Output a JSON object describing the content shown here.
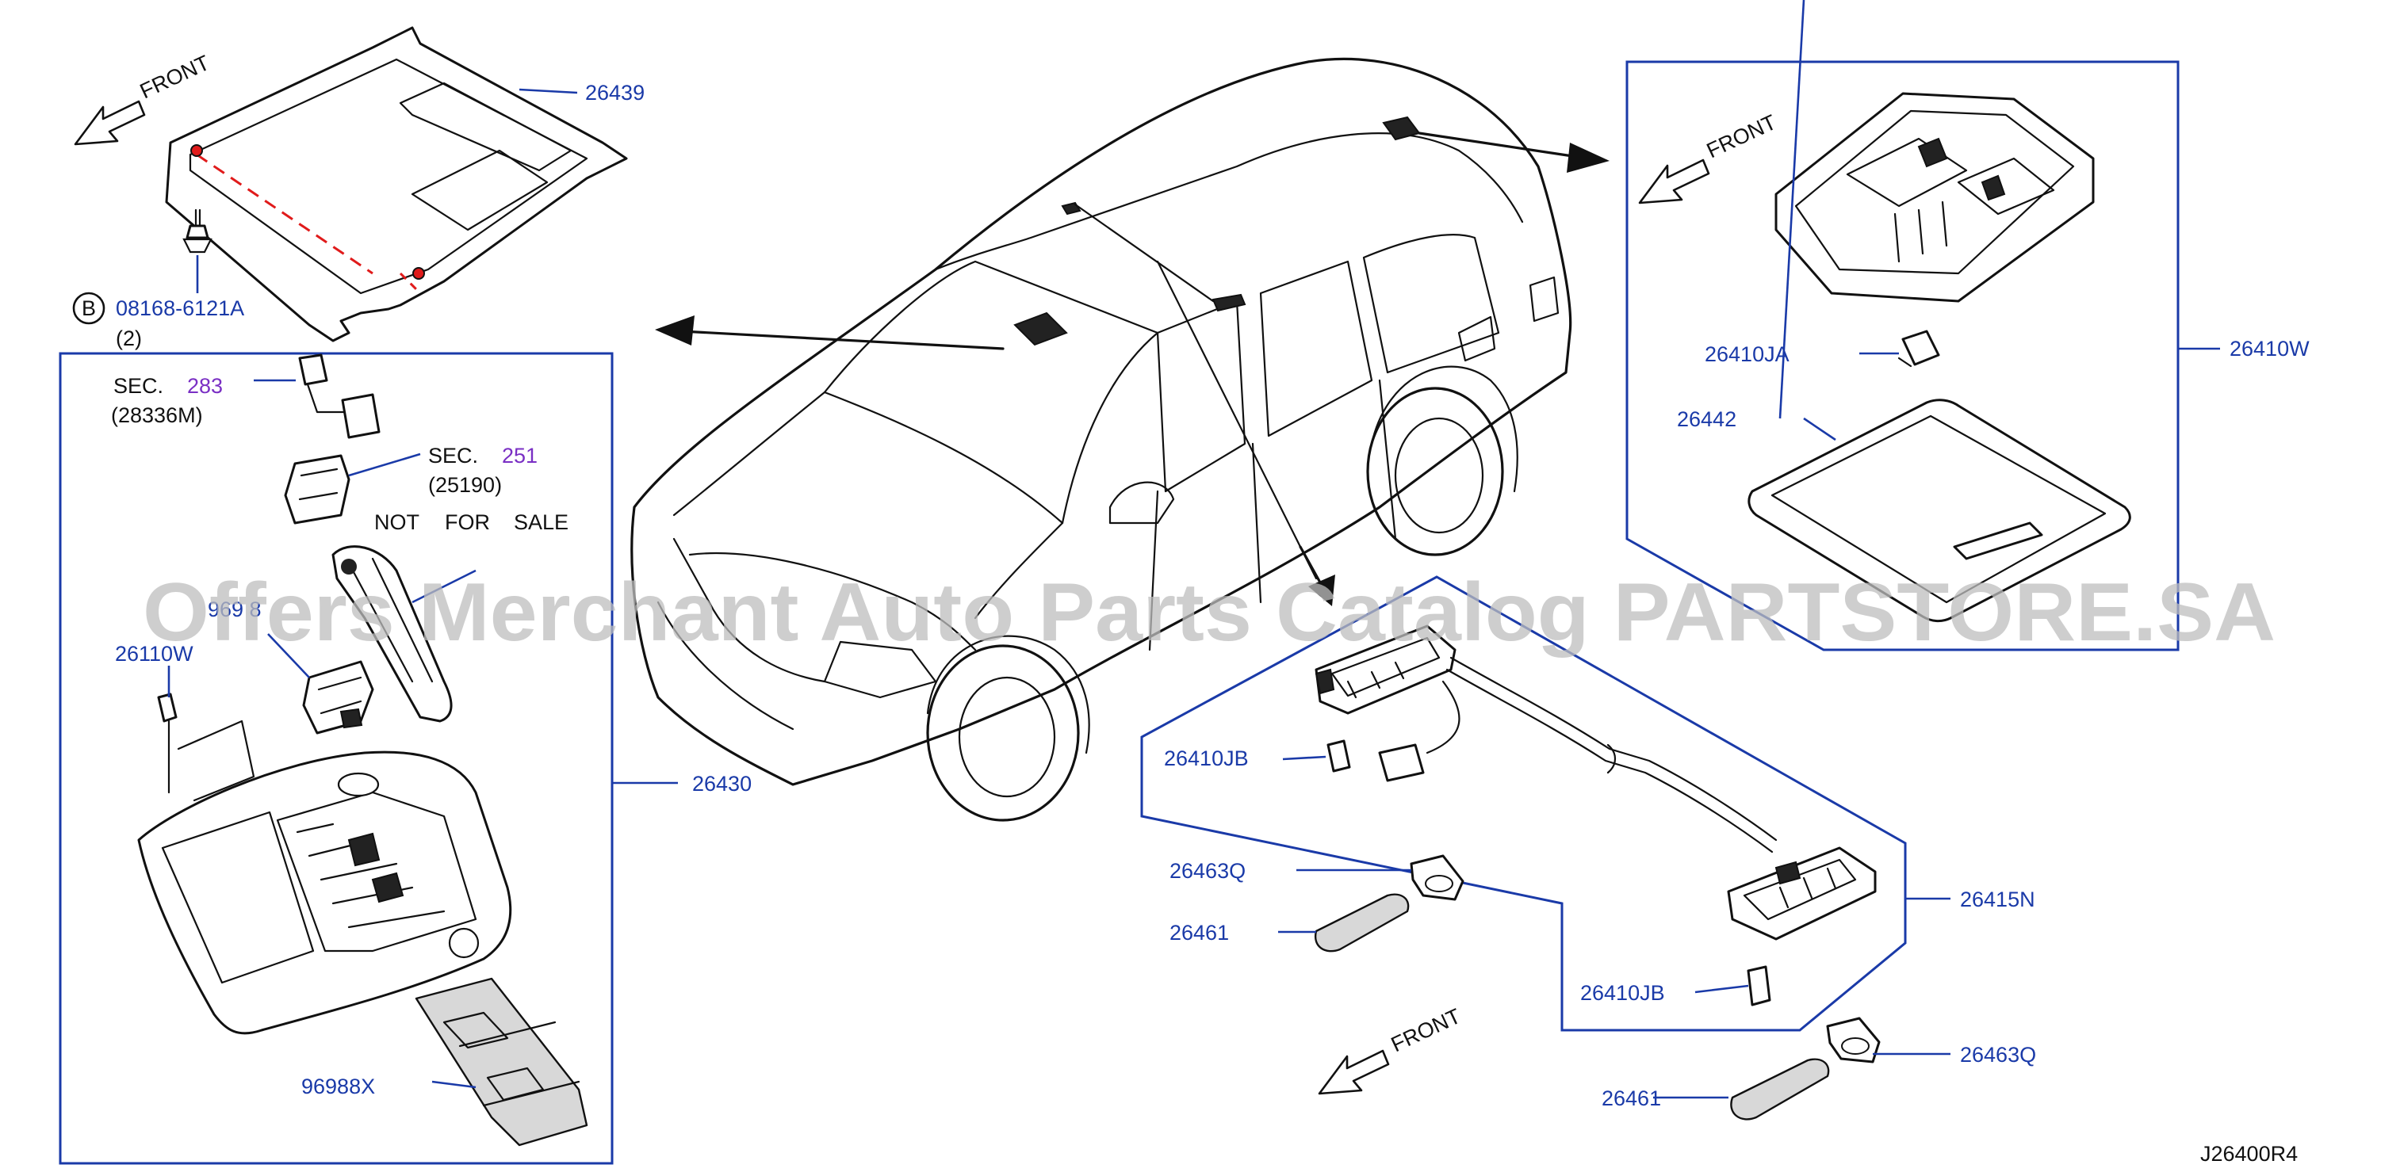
{
  "parts": {
    "p26439": "26439",
    "p08168": "08168-6121A",
    "p08168_qty": "(2)",
    "p08168_circle": "B",
    "sec283_prefix": "SEC.",
    "sec283_num": "283",
    "sec283_ref": "(28336M)",
    "sec251_prefix": "SEC.",
    "sec251_num": "251",
    "sec251_ref": "(25190)",
    "nfs_not": "NOT",
    "nfs_for": "FOR",
    "nfs_sale": "SALE",
    "p96988_partial": "969 8",
    "p26110W": "26110W",
    "p26430": "26430",
    "p96988X": "96988X",
    "p26410W": "26410W",
    "p26410JA": "26410JA",
    "p26442": "26442",
    "p26410JB_a": "26410JB",
    "p26463Q_a": "26463Q",
    "p26461_a": "26461",
    "p26415N": "26415N",
    "p26410JB_b": "26410JB",
    "p26463Q_b": "26463Q",
    "p26461_b": "26461"
  },
  "front_labels": {
    "top_left": "FRONT",
    "top_right": "FRONT",
    "bottom": "FRONT"
  },
  "diagram_id": "J26400R4",
  "watermark": "Offers Merchant Auto Parts Catalog PARTSTORE.SA",
  "colors": {
    "callout": "#1a3aa8",
    "section_ref": "#7a2fc4",
    "ink": "#111111",
    "watermark": "#bdbdbd"
  }
}
